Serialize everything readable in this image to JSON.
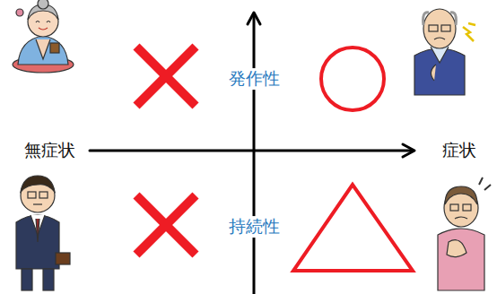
{
  "diagram": {
    "labels": [
      "無症状",
      "症状",
      "発作性",
      "持続性"
    ]
  }
}
